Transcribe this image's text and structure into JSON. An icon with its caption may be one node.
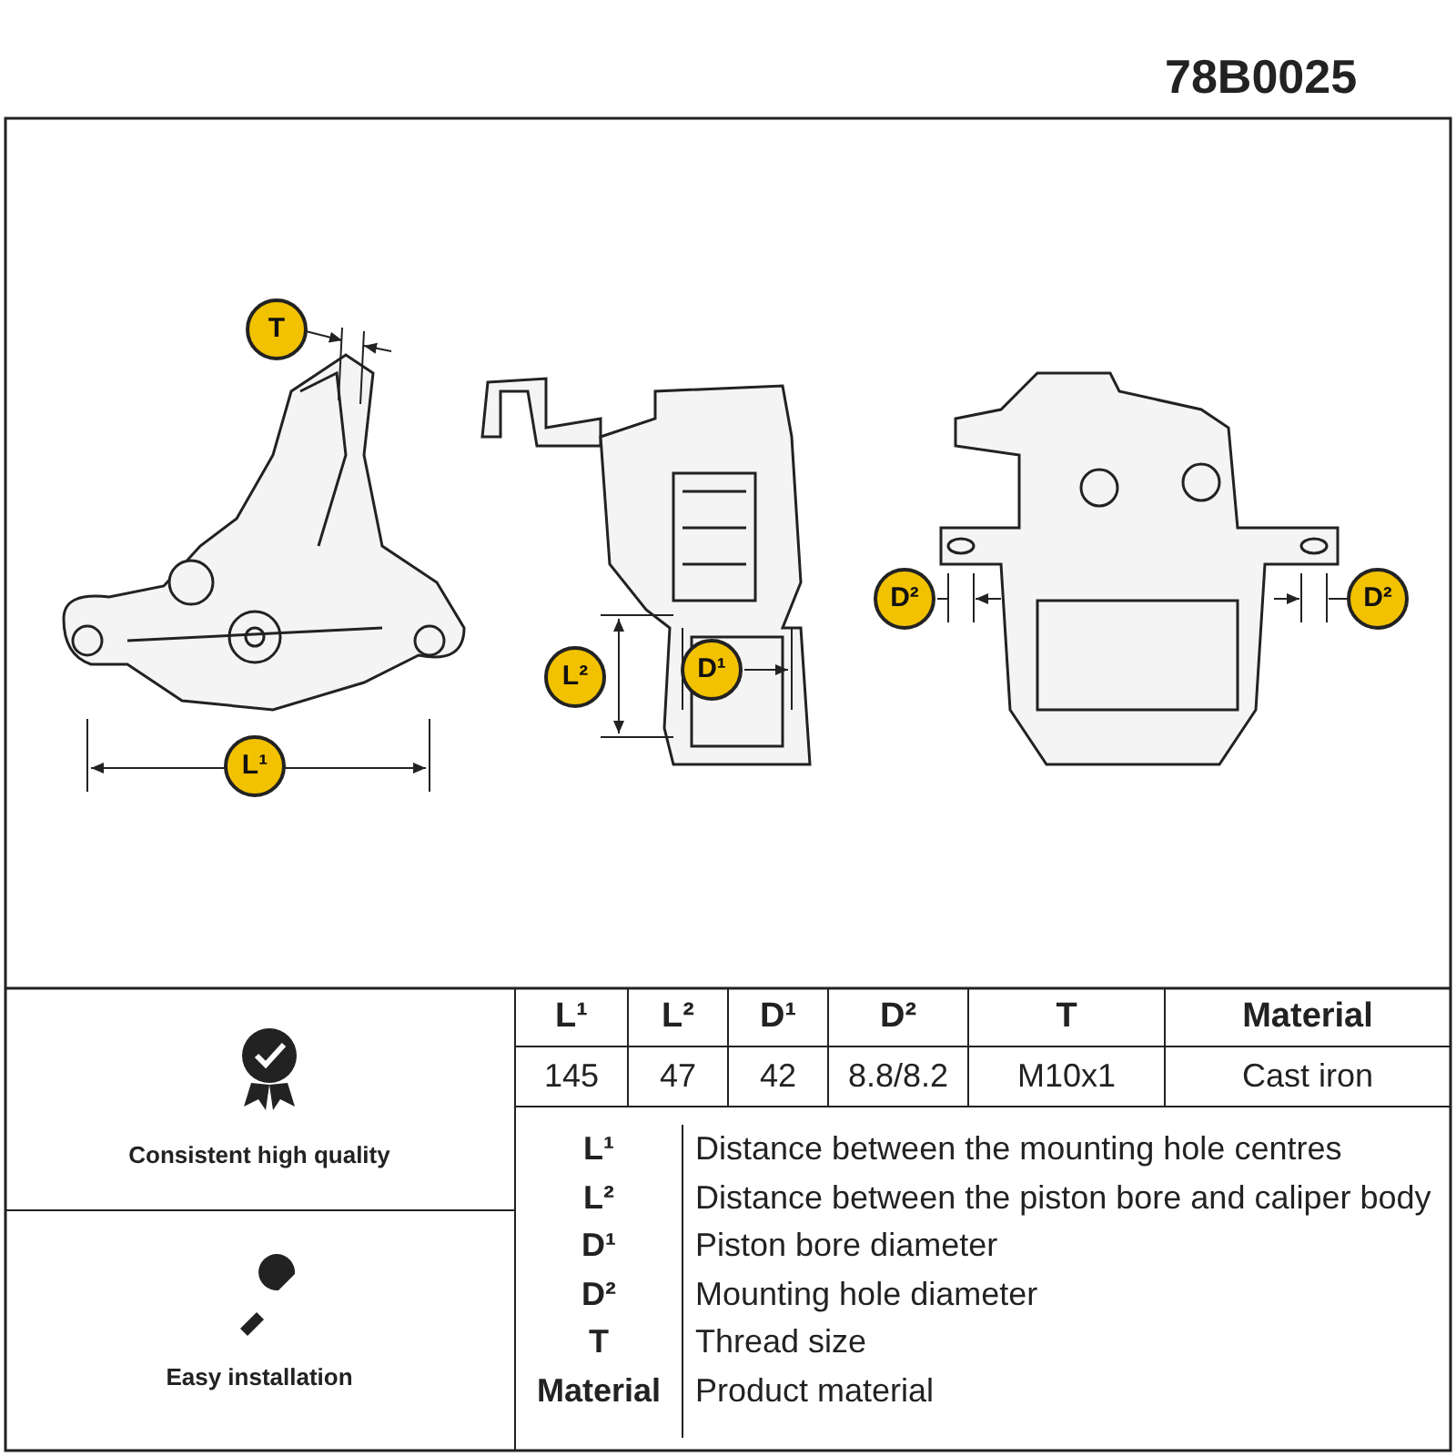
{
  "diagram": {
    "labels": [
      "78B0025",
      "T",
      "D²",
      "D²",
      "L²",
      "D¹",
      "L¹",
      "L¹",
      "L²",
      "D¹",
      "D²",
      "T",
      "Material",
      "145",
      "47",
      "42",
      "8.8/8.2",
      "M10x1",
      "Cast iron",
      "L¹",
      "Distance between the mounting hole centres",
      "L²",
      "Distance between the piston bore and caliper body",
      "D¹",
      "Piston bore diameter",
      "D²",
      "Mounting hole diameter",
      "T",
      "Thread size",
      "Material",
      "Product material",
      "Consistent high quality",
      "Easy installation"
    ]
  }
}
